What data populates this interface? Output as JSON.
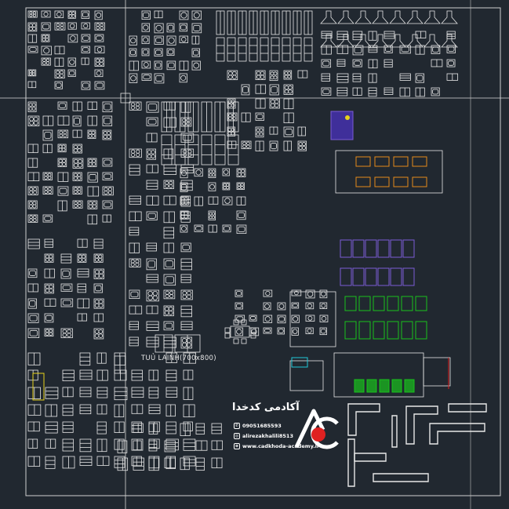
{
  "drawing": {
    "title_label": "TUỦ LAINH(700x800)",
    "brand_name": "آکادمی کدخدا",
    "contacts": [
      {
        "icon": "phone-icon",
        "glyph": "✆",
        "text": "09051685593"
      },
      {
        "icon": "instagram-icon",
        "glyph": "◎",
        "text": "alirezakhalili8513"
      },
      {
        "icon": "web-icon",
        "glyph": "⊕",
        "text": "www.cadkhoda-academy.ir"
      }
    ],
    "logo_letters": "AC"
  },
  "colors": {
    "background": "#212830",
    "line": "#e8e8e8",
    "purple": "#7b5bd6",
    "green": "#19c21c",
    "orange": "#e58a1a",
    "yellow": "#e6d21b",
    "red": "#e02121",
    "cyan": "#21c8d8"
  }
}
